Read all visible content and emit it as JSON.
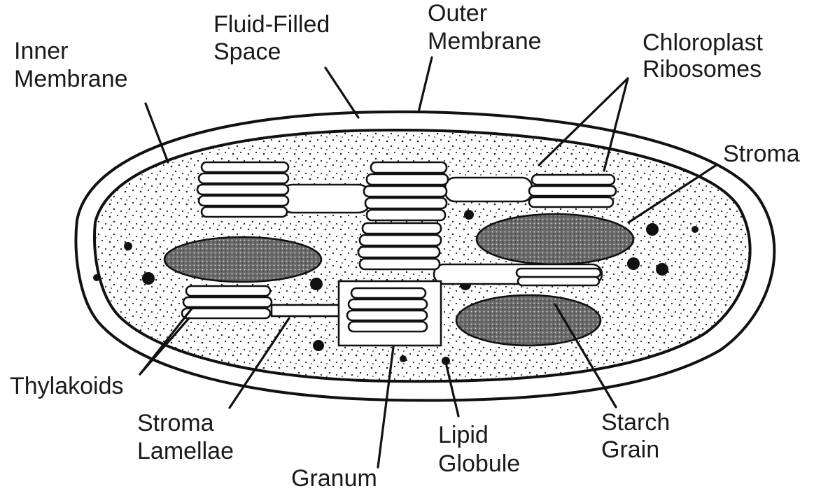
{
  "labels": {
    "inner_membrane": [
      "Inner",
      "Membrane"
    ],
    "fluid_filled_space": [
      "Fluid-Filled",
      "Space"
    ],
    "outer_membrane": [
      "Outer",
      "Membrane"
    ],
    "chloroplast_ribosomes": [
      "Chloroplast",
      "Ribosomes"
    ],
    "stroma": "Stroma",
    "thylakoids": "Thylakoids",
    "stroma_lamellae": [
      "Stroma",
      "Lamellae"
    ],
    "granum": "Granum",
    "lipid_globule": [
      "Lipid",
      "Globule"
    ],
    "starch_grain": [
      "Starch",
      "Grain"
    ]
  }
}
